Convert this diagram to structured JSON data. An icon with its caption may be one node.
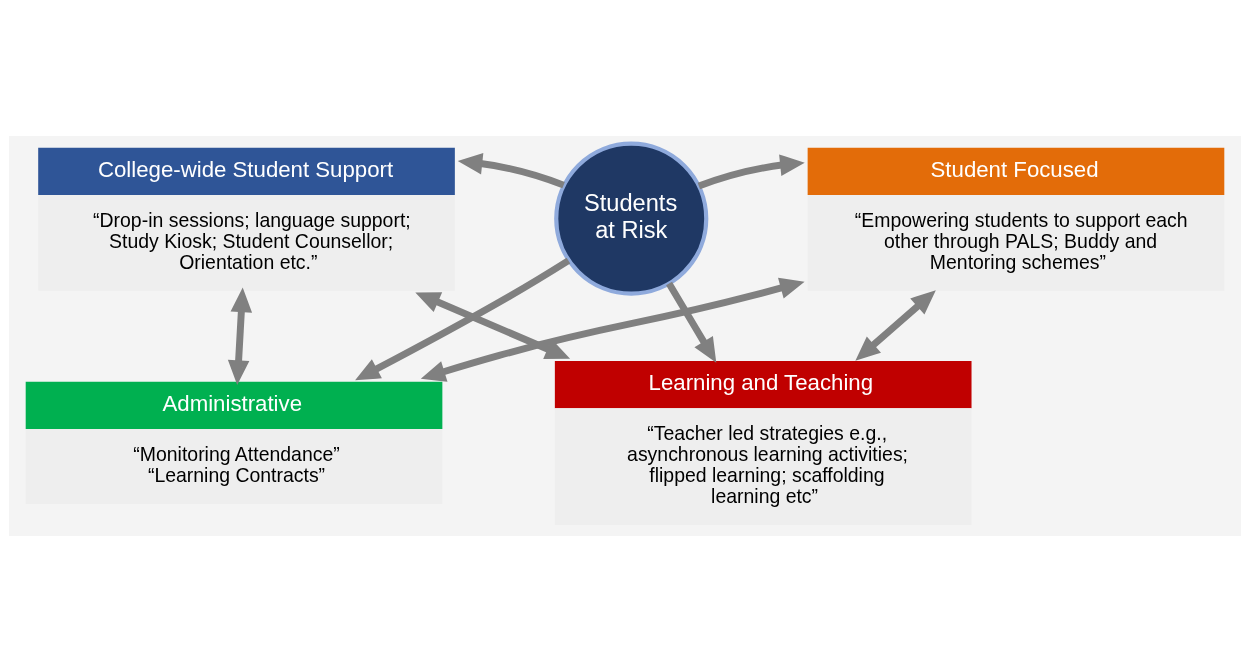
{
  "diagram": {
    "nodes": [
      {
        "text": [
          "Administrative",
          "“Monitoring Attendance”",
          "“Learning Contracts”"
        ]
      },
      {
        "text": [
          "College-wide Student Support",
          "“Drop-in sessions; language support; Study Kiosk; Student Counsellor; Orientation etc.”"
        ]
      },
      {
        "text": [
          "Students at Risk"
        ]
      },
      {
        "text": [
          "Student Focused",
          "“Empowering students to support each other through PALS; Buddy and Mentoring schemes”"
        ]
      },
      {
        "text": [
          "Learning and Teaching",
          "“Teacher led strategies e.g., asynchronous learning activities; flipped learning; scaffolding learning etc”"
        ]
      }
    ],
    "edges": [
      {
        "from": 2,
        "to": 0,
        "arrow": "to"
      },
      {
        "from": 2,
        "to": 1,
        "arrow": "to"
      },
      {
        "from": 2,
        "to": 3,
        "arrow": "to"
      },
      {
        "from": 2,
        "to": 4,
        "arrow": "to"
      },
      {
        "from": 1,
        "to": 0,
        "arrow": "both"
      },
      {
        "from": 0,
        "to": 3,
        "arrow": "both"
      },
      {
        "from": 1,
        "to": 4,
        "arrow": "both"
      },
      {
        "from": 3,
        "to": 4,
        "arrow": "both"
      }
    ]
  }
}
